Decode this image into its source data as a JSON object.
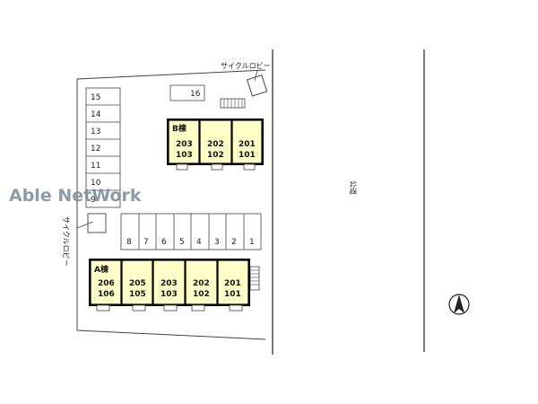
{
  "watermark": "Able NetWork",
  "labels": {
    "cycle_lobby_top": "サイクルロビー",
    "cycle_lobby_left": "サイクルロビー",
    "public_road": "公道"
  },
  "parking_left": [
    "15",
    "14",
    "13",
    "12",
    "11",
    "10",
    "9"
  ],
  "parking_top": "16",
  "parking_bottom": [
    "8",
    "7",
    "6",
    "5",
    "4",
    "3",
    "2",
    "1"
  ],
  "building_b": {
    "name": "B棟",
    "units": [
      {
        "upper": "203",
        "lower": "103"
      },
      {
        "upper": "202",
        "lower": "102"
      },
      {
        "upper": "201",
        "lower": "101"
      }
    ]
  },
  "building_a": {
    "name": "A棟",
    "units": [
      {
        "upper": "206",
        "lower": "106"
      },
      {
        "upper": "205",
        "lower": "105"
      },
      {
        "upper": "203",
        "lower": "103"
      },
      {
        "upper": "202",
        "lower": "102"
      },
      {
        "upper": "201",
        "lower": "101"
      }
    ]
  },
  "colors": {
    "unit_fill": "#ffffc8",
    "outline": "#000000",
    "line": "#555555"
  },
  "icons": {
    "north_arrow": "north-arrow-icon"
  }
}
